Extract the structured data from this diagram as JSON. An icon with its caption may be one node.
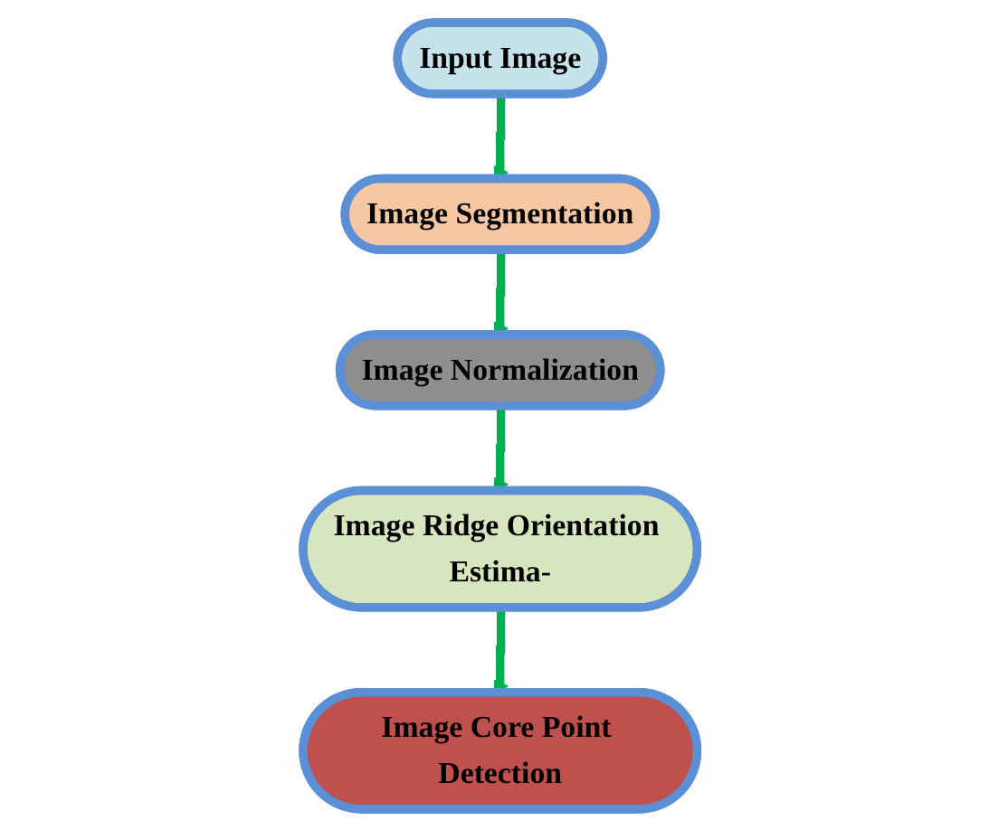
{
  "diagram": {
    "nodes": [
      {
        "text": [
          "Input Image"
        ]
      },
      {
        "text": [
          "Image Segmentation"
        ]
      },
      {
        "text": [
          "Image Normalization"
        ]
      },
      {
        "text": [
          "Image Ridge Orientation Estima-"
        ]
      },
      {
        "text": [
          "Image Core Point Detection"
        ]
      }
    ],
    "edges": [
      {
        "from": 0,
        "to": 1,
        "arrow": "to"
      },
      {
        "from": 1,
        "to": 2,
        "arrow": "to"
      },
      {
        "from": 2,
        "to": 3,
        "arrow": "to"
      },
      {
        "from": 3,
        "to": 4,
        "arrow": "to"
      }
    ]
  }
}
